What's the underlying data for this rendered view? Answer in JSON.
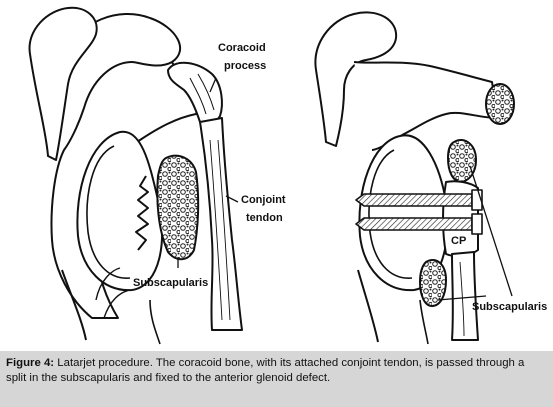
{
  "labels": {
    "coracoid_process_line1": "Coracoid",
    "coracoid_process_line2": "process",
    "conjoint_tendon_line1": "Conjoint",
    "conjoint_tendon_line2": "tendon",
    "subscapularis_left": "Subscapularis",
    "cp": "CP",
    "subscapularis_right": "Subscapularis"
  },
  "caption": {
    "figure_label": "Figure 4:",
    "text": " Latarjet procedure. The coracoid bone, with its attached conjoint tendon, is passed through a split in the subscapularis and fixed to the anterior glenoid defect."
  }
}
